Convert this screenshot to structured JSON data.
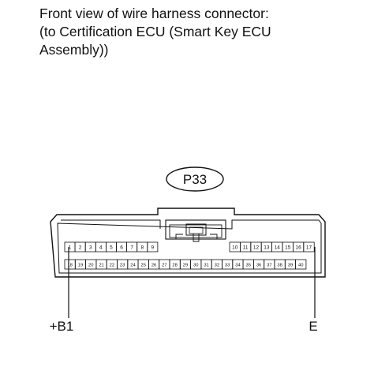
{
  "caption": {
    "line1": "Front view of wire harness connector:",
    "line2": "(to Certification ECU (Smart Key ECU",
    "line3": "Assembly))"
  },
  "connector": {
    "id": "P33",
    "top_row_left": [
      "1",
      "2",
      "3",
      "4",
      "5",
      "6",
      "7",
      "8",
      "9"
    ],
    "top_row_right": [
      "10",
      "11",
      "12",
      "13",
      "14",
      "15",
      "16",
      "17"
    ],
    "bottom_row": [
      "18",
      "19",
      "20",
      "21",
      "22",
      "23",
      "24",
      "25",
      "26",
      "27",
      "28",
      "29",
      "30",
      "31",
      "32",
      "33",
      "34",
      "35",
      "36",
      "37",
      "38",
      "39",
      "40"
    ]
  },
  "callouts": {
    "left": "+B1",
    "right": "E"
  }
}
